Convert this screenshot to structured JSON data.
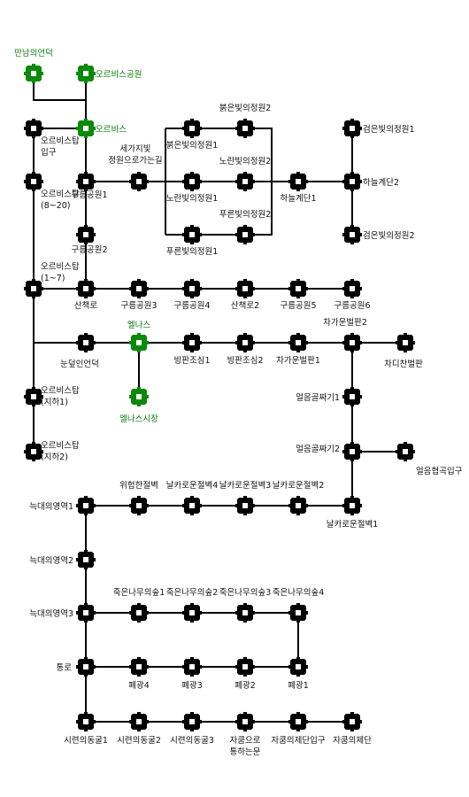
{
  "colors": {
    "node": "#000000",
    "start_node": "#0a8a0a",
    "start_label": "#0a7a0a",
    "line": "#000000"
  },
  "nodes": [
    {
      "id": "n_manmu",
      "label": [
        "만남의언덕"
      ],
      "start": true
    },
    {
      "id": "n_orbispark",
      "label": [
        "오르비스공원"
      ],
      "start": true
    },
    {
      "id": "n_orbis",
      "label": [
        "오르비스"
      ],
      "start": true
    },
    {
      "id": "n_towergate",
      "label": [
        "오르비스탑",
        "입구"
      ]
    },
    {
      "id": "n_tower820",
      "label": [
        "오르비스탑",
        "(8~20)"
      ]
    },
    {
      "id": "n_tower17",
      "label": [
        "오르비스탑",
        "(1~7)"
      ]
    },
    {
      "id": "n_towerb1",
      "label": [
        "오르비스탑",
        "(지하1)"
      ]
    },
    {
      "id": "n_towerb2",
      "label": [
        "오르비스탑",
        "(지하2)"
      ]
    },
    {
      "id": "n_cloud1",
      "label": [
        "구름공원1"
      ]
    },
    {
      "id": "n_cloud2",
      "label": [
        "구름공원2"
      ]
    },
    {
      "id": "n_walk",
      "label": [
        "산책로"
      ]
    },
    {
      "id": "n_cloud3",
      "label": [
        "구름공원3"
      ]
    },
    {
      "id": "n_cloud4",
      "label": [
        "구름공원4"
      ]
    },
    {
      "id": "n_walk2",
      "label": [
        "산책로2"
      ]
    },
    {
      "id": "n_cloud5",
      "label": [
        "구름공원5"
      ]
    },
    {
      "id": "n_cloud6",
      "label": [
        "구름공원6"
      ]
    },
    {
      "id": "n_garden",
      "label": [
        "세가지빛",
        "정원으로가는길"
      ]
    },
    {
      "id": "n_red1",
      "label": [
        "붉은빛의정원1"
      ]
    },
    {
      "id": "n_red2",
      "label": [
        "붉은빛의정원2"
      ]
    },
    {
      "id": "n_yellow1",
      "label": [
        "노란빛의정원1"
      ]
    },
    {
      "id": "n_yellow2",
      "label": [
        "노란빛의정원2"
      ]
    },
    {
      "id": "n_blue1",
      "label": [
        "푸른빛의정원1"
      ]
    },
    {
      "id": "n_blue2",
      "label": [
        "푸른빛의정원2"
      ]
    },
    {
      "id": "n_sky1",
      "label": [
        "하늘계단1"
      ]
    },
    {
      "id": "n_sky2",
      "label": [
        "하늘계단2"
      ]
    },
    {
      "id": "n_black1",
      "label": [
        "검은빛의정원1"
      ]
    },
    {
      "id": "n_black2",
      "label": [
        "검은빛의정원2"
      ]
    },
    {
      "id": "n_snow",
      "label": [
        "눈덮인언덕"
      ]
    },
    {
      "id": "n_elnath",
      "label": [
        "엘나스"
      ],
      "start": true
    },
    {
      "id": "n_elmarket",
      "label": [
        "엘나스시장"
      ],
      "start": true
    },
    {
      "id": "n_ice1",
      "label": [
        "빙판조심1"
      ]
    },
    {
      "id": "n_ice2",
      "label": [
        "빙판조심2"
      ]
    },
    {
      "id": "n_cold1",
      "label": [
        "차가운벌판1"
      ]
    },
    {
      "id": "n_cold2",
      "label": [
        "차가운벌판2"
      ]
    },
    {
      "id": "n_colder",
      "label": [
        "차디찬벌판"
      ]
    },
    {
      "id": "n_valley1",
      "label": [
        "얼음골짜기1"
      ]
    },
    {
      "id": "n_valley2",
      "label": [
        "얼음골짜기2"
      ]
    },
    {
      "id": "n_icecave",
      "label": [
        "얼음협곡입구"
      ]
    },
    {
      "id": "n_sharp1",
      "label": [
        "날카로운절벽1"
      ]
    },
    {
      "id": "n_sharp2",
      "label": [
        "날카로운절벽2"
      ]
    },
    {
      "id": "n_sharp3",
      "label": [
        "날카로운절벽3"
      ]
    },
    {
      "id": "n_sharp4",
      "label": [
        "날카로운절벽4"
      ]
    },
    {
      "id": "n_danger",
      "label": [
        "위험한절벽"
      ]
    },
    {
      "id": "n_wolf1",
      "label": [
        "늑대의영역1"
      ]
    },
    {
      "id": "n_wolf2",
      "label": [
        "늑대의영역2"
      ]
    },
    {
      "id": "n_wolf3",
      "label": [
        "늑대의영역3"
      ]
    },
    {
      "id": "n_forest1",
      "label": [
        "죽은나무의숲1"
      ]
    },
    {
      "id": "n_forest2",
      "label": [
        "죽은나무의숲2"
      ]
    },
    {
      "id": "n_forest3",
      "label": [
        "죽은나무의숲3"
      ]
    },
    {
      "id": "n_forest4",
      "label": [
        "죽은나무의숲4"
      ]
    },
    {
      "id": "n_passage",
      "label": [
        "통로"
      ]
    },
    {
      "id": "n_mine4",
      "label": [
        "폐광4"
      ]
    },
    {
      "id": "n_mine3",
      "label": [
        "폐광3"
      ]
    },
    {
      "id": "n_mine2",
      "label": [
        "폐광2"
      ]
    },
    {
      "id": "n_mine1",
      "label": [
        "폐광1"
      ]
    },
    {
      "id": "n_trial1",
      "label": [
        "시련의동굴1"
      ]
    },
    {
      "id": "n_trial2",
      "label": [
        "시련의동굴2"
      ]
    },
    {
      "id": "n_trial3",
      "label": [
        "시련의동굴3"
      ]
    },
    {
      "id": "n_zakumdoor",
      "label": [
        "자쿰으로",
        "통하는문"
      ]
    },
    {
      "id": "n_zakumaltarentry",
      "label": [
        "자쿰의제단입구"
      ]
    },
    {
      "id": "n_zakumaltar",
      "label": [
        "자쿰의제단"
      ]
    }
  ]
}
